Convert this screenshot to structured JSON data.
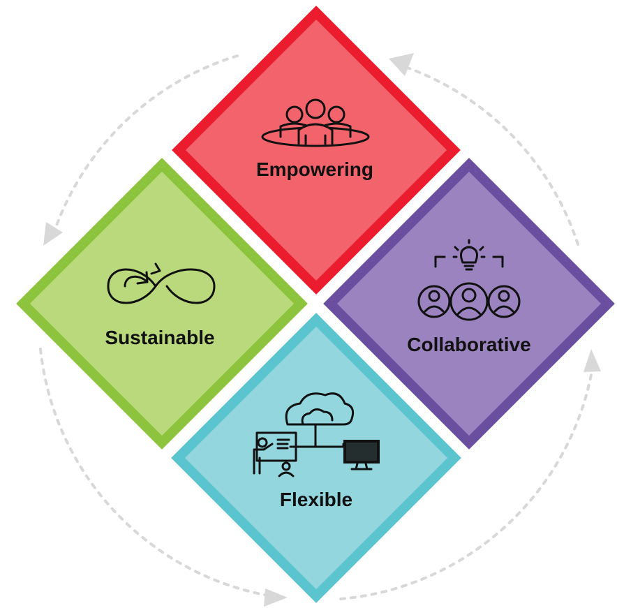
{
  "diagram": {
    "quadrants": [
      {
        "id": "top",
        "label": "Empowering",
        "icon": "people-group-icon",
        "border": "#ea1c2d",
        "fill": "#f2636b"
      },
      {
        "id": "left",
        "label": "Sustainable",
        "icon": "infinity-loop-icon",
        "border": "#8cc43e",
        "fill": "#bad97c"
      },
      {
        "id": "right",
        "label": "Collaborative",
        "icon": "team-idea-icon",
        "border": "#6a4fa0",
        "fill": "#9a83bf"
      },
      {
        "id": "bottom",
        "label": "Flexible",
        "icon": "cloud-presentation-icon",
        "border": "#5ac4cf",
        "fill": "#93d6de"
      }
    ],
    "cycle_color": "#d8d8d8",
    "cycle_direction": "counterclockwise"
  }
}
